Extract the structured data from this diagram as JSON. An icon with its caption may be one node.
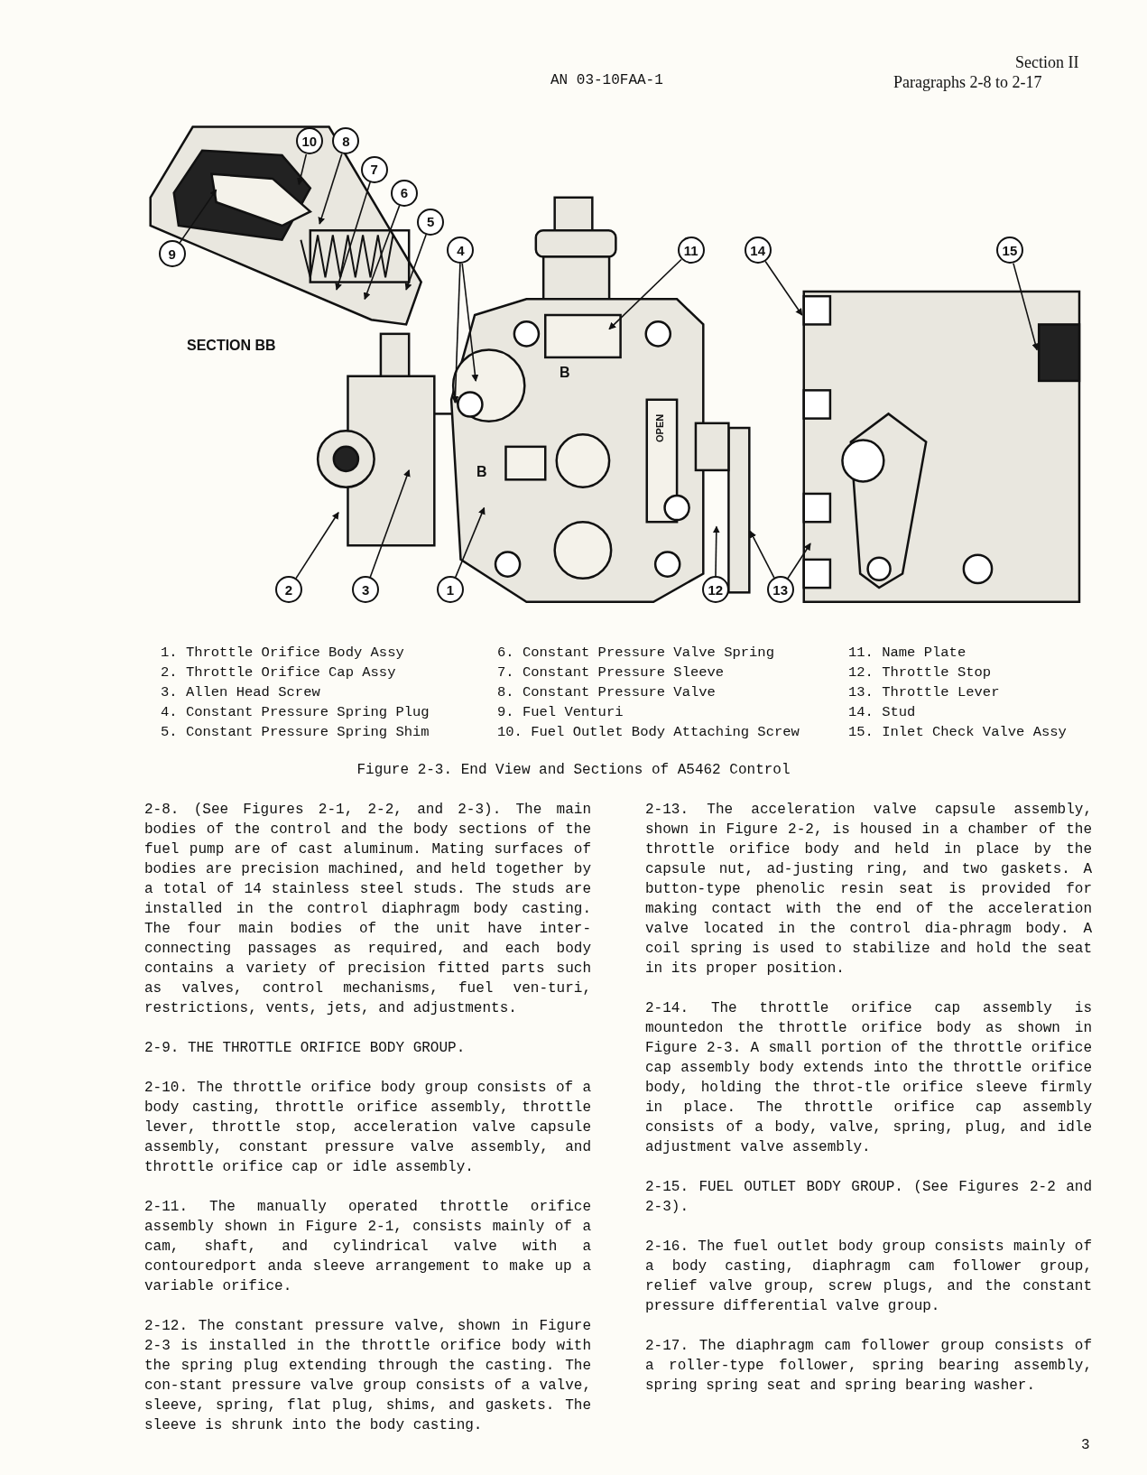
{
  "diagram": {
    "caption": "Figure 2-3. End View and Sections of A5462 Control",
    "nodes": [
      {
        "text": [
          "1"
        ]
      },
      {
        "text": [
          "2"
        ]
      },
      {
        "text": [
          "3"
        ]
      },
      {
        "text": [
          "4"
        ]
      },
      {
        "text": [
          "5"
        ]
      },
      {
        "text": [
          "6"
        ]
      },
      {
        "text": [
          "7"
        ]
      },
      {
        "text": [
          "8"
        ]
      },
      {
        "text": [
          "9"
        ]
      },
      {
        "text": [
          "10"
        ]
      },
      {
        "text": [
          "11"
        ]
      },
      {
        "text": [
          "12"
        ]
      },
      {
        "text": [
          "13"
        ]
      },
      {
        "text": [
          "14"
        ]
      },
      {
        "text": [
          "15"
        ]
      }
    ],
    "edges": [
      {
        "from": 0,
        "to": null,
        "arrow": "to"
      },
      {
        "from": 1,
        "to": null,
        "arrow": "to"
      },
      {
        "from": 2,
        "to": null,
        "arrow": "to"
      },
      {
        "from": 3,
        "to": null,
        "arrow": "to"
      },
      {
        "from": 3,
        "to": null,
        "arrow": "to"
      },
      {
        "from": 4,
        "to": null,
        "arrow": "to"
      },
      {
        "from": 5,
        "to": null,
        "arrow": "to"
      },
      {
        "from": 6,
        "to": null,
        "arrow": "to"
      },
      {
        "from": 7,
        "to": null,
        "arrow": "to"
      },
      {
        "from": 8,
        "to": null,
        "arrow": "to"
      },
      {
        "from": 9,
        "to": null,
        "arrow": "to"
      },
      {
        "from": 10,
        "to": null,
        "arrow": "to"
      },
      {
        "from": 11,
        "to": null,
        "arrow": "to"
      },
      {
        "from": 12,
        "to": null,
        "arrow": "to"
      },
      {
        "from": 12,
        "to": null,
        "arrow": "to"
      },
      {
        "from": 13,
        "to": null,
        "arrow": "to"
      },
      {
        "from": 14,
        "to": null,
        "arrow": "to"
      }
    ],
    "labels": [
      "AN 03-10FAA-1",
      "Section II",
      "Paragraphs 2-8 to 2-17",
      "SECTION BB",
      "B",
      "B",
      "OPEN",
      "1. Throttle Orifice Body Assy",
      "2. Throttle Orifice Cap Assy",
      "3. Allen Head Screw",
      "4. Constant Pressure Spring Plug",
      "5. Constant Pressure Spring Shim",
      "6. Constant Pressure Valve Spring",
      "7. Constant Pressure Sleeve",
      "8. Constant Pressure Valve",
      "9. Fuel Venturi",
      "10. Fuel Outlet Body Attaching Screw",
      "11. Name Plate",
      "12. Throttle Stop",
      "13. Throttle Lever",
      "14. Stud",
      "15. Inlet Check Valve Assy",
      "2-8. (See Figures 2-1, 2-2, and 2-3). The main bodies of the control and the body sections of the fuel pump are of cast aluminum. Mating surfaces of bodies are precision machined, and held together by a total of 14 stainless steel studs. The studs are installed in the control diaphragm body casting. The four main bodies of the unit have inter-connecting passages as required, and each body contains a variety of precision fitted parts such as valves, control mechanisms, fuel ven-turi, restrictions, vents, jets, and adjustments.",
      "2-9. THE THROTTLE ORIFICE BODY GROUP.",
      "2-10. The throttle orifice body group consists of a body casting, throttle orifice assembly, throttle lever, throttle stop, acceleration valve capsule assembly, constant pressure valve assembly, and throttle orifice cap or idle assembly.",
      "2-11. The manually operated throttle orifice assembly shown in Figure 2-1, consists mainly of a cam, shaft, and cylindrical valve with a contouredport anda sleeve arrangement to make up a variable orifice.",
      "2-12. The constant pressure valve, shown in Figure 2-3 is installed in the throttle orifice body with the spring plug extending through the casting. The con-stant pressure valve group consists of a valve, sleeve, spring, flat plug, shims, and gaskets. The sleeve is shrunk into the body casting.",
      "2-13. The acceleration valve capsule assembly, shown in Figure 2-2, is housed in a chamber of the throttle orifice body and held in place by the capsule nut, ad-justing ring, and two gaskets. A button-type phenolic resin seat is provided for making contact with the end of the acceleration valve located in the control dia-phragm body. A coil spring is used to stabilize and hold the seat in its proper position.",
      "2-14. The throttle orifice cap assembly is mountedon the throttle orifice body as shown in Figure 2-3. A small portion of the throttle orifice cap assembly body extends into the throttle orifice body, holding the throt-tle orifice sleeve firmly in place. The throttle orifice cap assembly consists of a body, valve, spring, plug, and idle adjustment valve assembly.",
      "2-15. FUEL OUTLET BODY GROUP. (See Figures 2-2 and 2-3).",
      "2-16. The fuel outlet body group consists mainly of a body casting, diaphragm cam follower group, relief valve group, screw plugs, and the constant pressure differential valve group.",
      "2-17. The diaphragm cam follower group consists of a roller-type follower, spring bearing assembly, spring spring seat and spring bearing washer.",
      "3"
    ]
  }
}
